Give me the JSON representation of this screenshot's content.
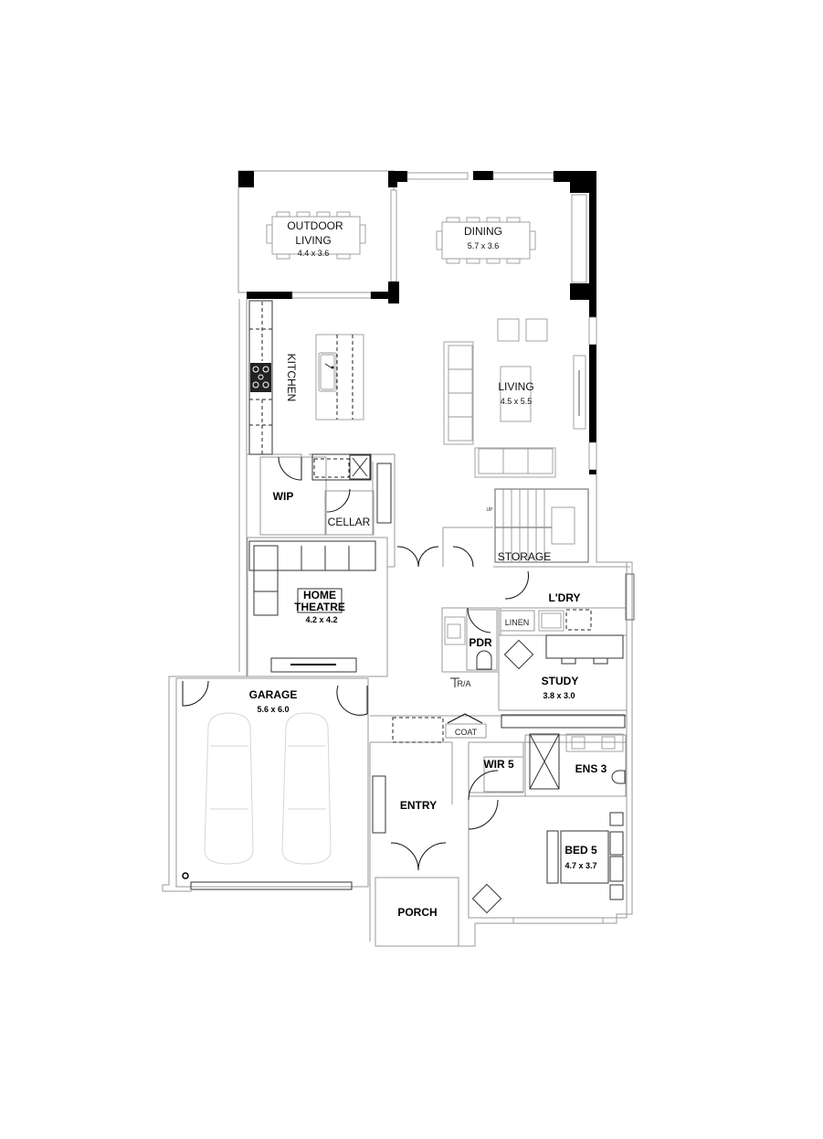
{
  "plan": {
    "rooms": {
      "outdoor_living": {
        "name_line1": "OUTDOOR",
        "name_line2": "LIVING",
        "dims": "4.4 x 3.6"
      },
      "dining": {
        "name": "DINING",
        "dims": "5.7 x 3.6"
      },
      "kitchen": {
        "name": "KITCHEN"
      },
      "living": {
        "name": "LIVING",
        "dims": "4.5 x 5.5"
      },
      "wip": {
        "name": "WIP"
      },
      "cellar": {
        "name": "CELLAR"
      },
      "storage": {
        "name": "STORAGE"
      },
      "home_theatre": {
        "name_line1": "HOME",
        "name_line2": "THEATRE",
        "dims": "4.2 x 4.2"
      },
      "laundry": {
        "name": "L'DRY"
      },
      "linen": {
        "name": "LINEN"
      },
      "pdr": {
        "name": "PDR"
      },
      "study": {
        "name": "STUDY",
        "dims": "3.8 x 3.0"
      },
      "garage": {
        "name": "GARAGE",
        "dims": "5.6 x 6.0"
      },
      "coat": {
        "name": "COAT"
      },
      "entry": {
        "name": "ENTRY"
      },
      "wir5": {
        "name": "WIR 5"
      },
      "ens3": {
        "name": "ENS 3"
      },
      "bed5": {
        "name": "BED 5",
        "dims": "4.7 x 3.7"
      },
      "porch": {
        "name": "PORCH"
      }
    },
    "annotations": {
      "return_air": "R/A",
      "stair_up": "UP"
    }
  }
}
